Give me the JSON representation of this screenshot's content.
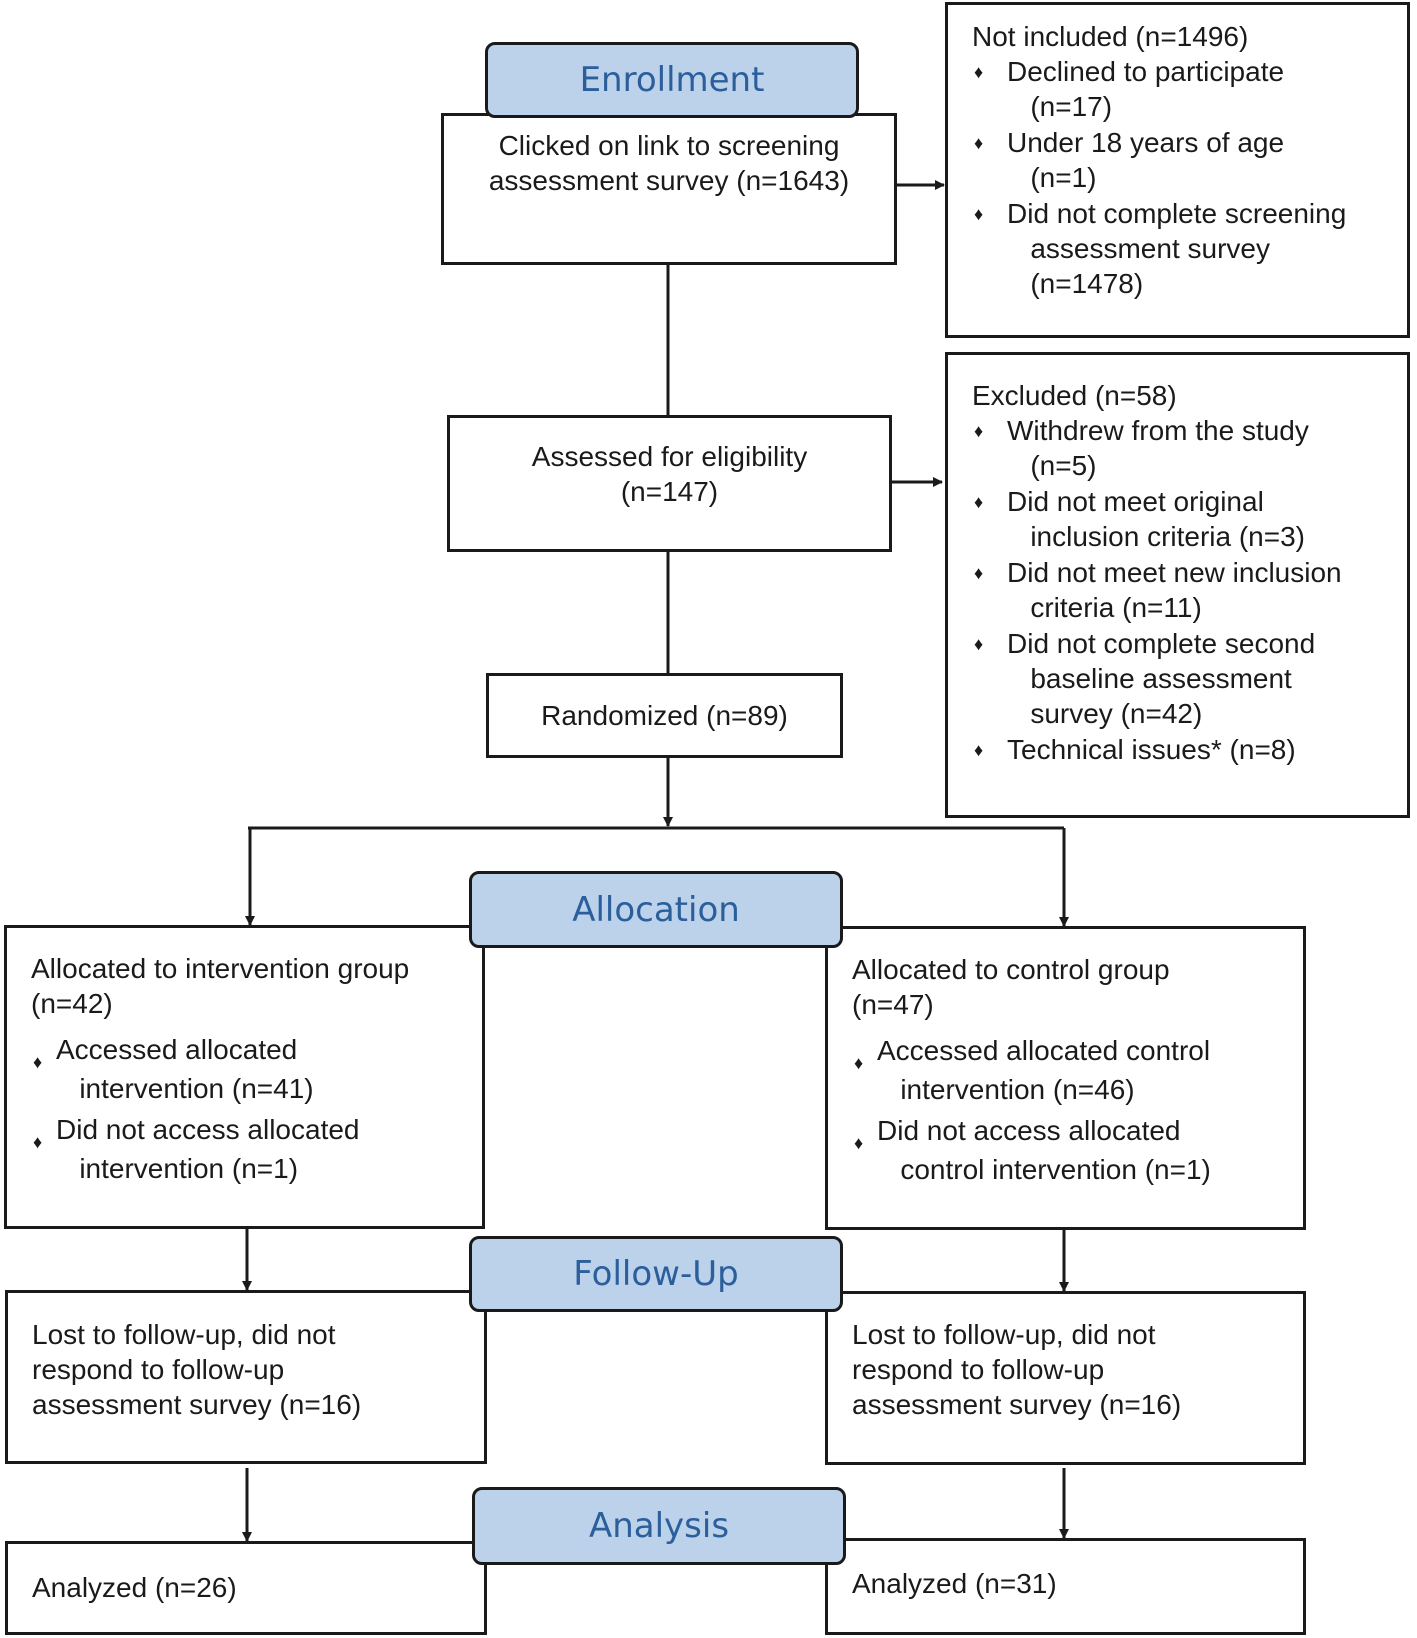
{
  "enrollment": {
    "stage_label": "Enrollment",
    "clicked": "Clicked on link to screening\nassessment survey (n=1643)",
    "not_included": {
      "title": "Not included (n=1496)",
      "items": [
        "Declined to participate\n   (n=17)",
        "Under 18 years of age\n   (n=1)",
        "Did not complete screening\n   assessment survey\n   (n=1478)"
      ]
    },
    "assessed": "Assessed for eligibility\n(n=147)",
    "excluded": {
      "title": "Excluded (n=58)",
      "items": [
        "Withdrew from the study\n   (n=5)",
        "Did not meet original\n   inclusion criteria (n=3)",
        "Did not meet new inclusion\n   criteria (n=11)",
        "Did not complete second\n   baseline assessment\n   survey (n=42)",
        "Technical issues* (n=8)"
      ]
    },
    "randomized": "Randomized (n=89)"
  },
  "allocation": {
    "stage_label": "Allocation",
    "intervention": {
      "title": "Allocated to intervention group\n(n=42)",
      "items": [
        "Accessed allocated\n   intervention (n=41)",
        "Did not access allocated\n   intervention (n=1)"
      ]
    },
    "control": {
      "title": "Allocated to control group\n(n=47)",
      "items": [
        "Accessed allocated control\n   intervention (n=46)",
        "Did not access allocated\n   control intervention (n=1)"
      ]
    }
  },
  "followup": {
    "stage_label": "Follow-Up",
    "intervention": "Lost to follow-up, did not\nrespond to follow-up\nassessment survey (n=16)",
    "control": "Lost to follow-up, did not\nrespond to follow-up\nassessment survey (n=16)"
  },
  "analysis": {
    "stage_label": "Analysis",
    "intervention": "Analyzed (n=26)",
    "control": "Analyzed (n=31)"
  },
  "bullet_glyph": "♦"
}
